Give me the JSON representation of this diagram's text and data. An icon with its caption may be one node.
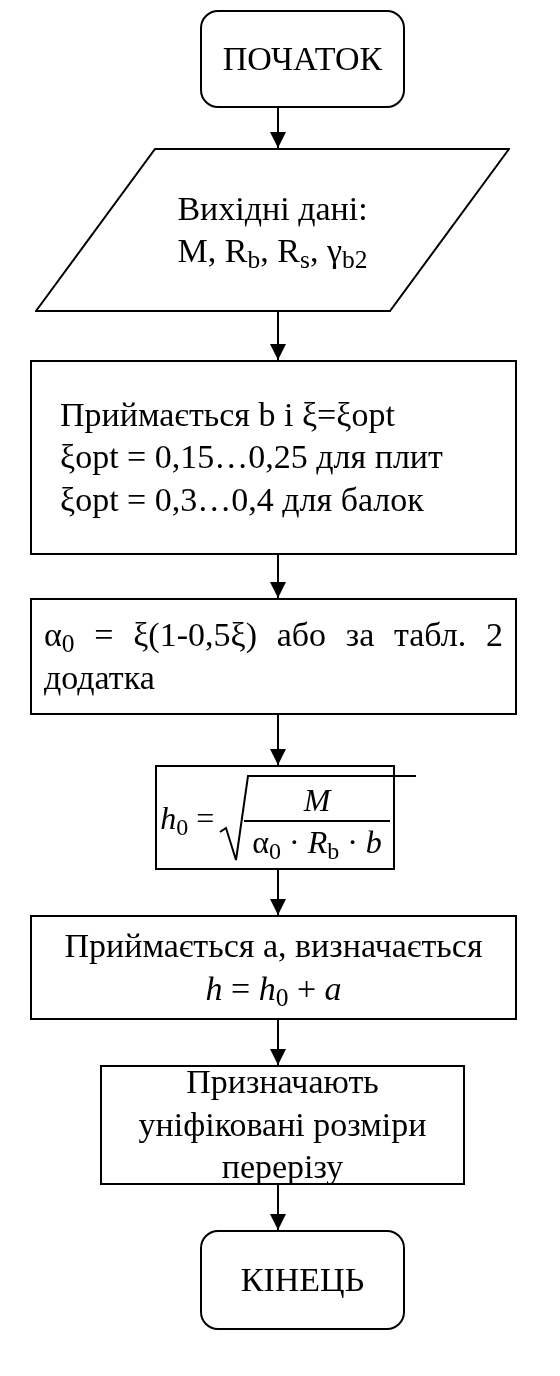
{
  "diagram": {
    "nodes": [
      {
        "text": [
          "ПОЧАТОК"
        ]
      },
      {
        "text": [
          "Вихідні дані:",
          "M, R$_{b}$, R$_{s}$, γ$_{b2}$"
        ]
      },
      {
        "text": [
          "Приймається b і ξ=ξopt",
          "ξopt = 0,15…0,25 для плит",
          "ξopt = 0,3…0,4 для балок"
        ]
      },
      {
        "text": [
          "α$_{0}$ = ξ(1-0,5ξ) або за табл. 2 додатка"
        ]
      },
      {
        "text": [
          "*h*$_{0}$ =",
          "*M*",
          "α$_{0}$ · *R*$_{b}$ · *b*"
        ]
      },
      {
        "text": [
          "Приймається а, визначається",
          "*h* = *h*$_{0}$ + *a*"
        ]
      },
      {
        "text": [
          "Призначають уніфіковані розміри перерізу"
        ]
      },
      {
        "text": [
          "КІНЕЦЬ"
        ]
      }
    ],
    "edges": [
      {
        "from": 0,
        "to": 1,
        "arrow": "to"
      },
      {
        "from": 1,
        "to": 2,
        "arrow": "to"
      },
      {
        "from": 2,
        "to": 3,
        "arrow": "to"
      },
      {
        "from": 3,
        "to": 4,
        "arrow": "to"
      },
      {
        "from": 4,
        "to": 5,
        "arrow": "to"
      },
      {
        "from": 5,
        "to": 6,
        "arrow": "to"
      },
      {
        "from": 6,
        "to": 7,
        "arrow": "to"
      }
    ]
  }
}
